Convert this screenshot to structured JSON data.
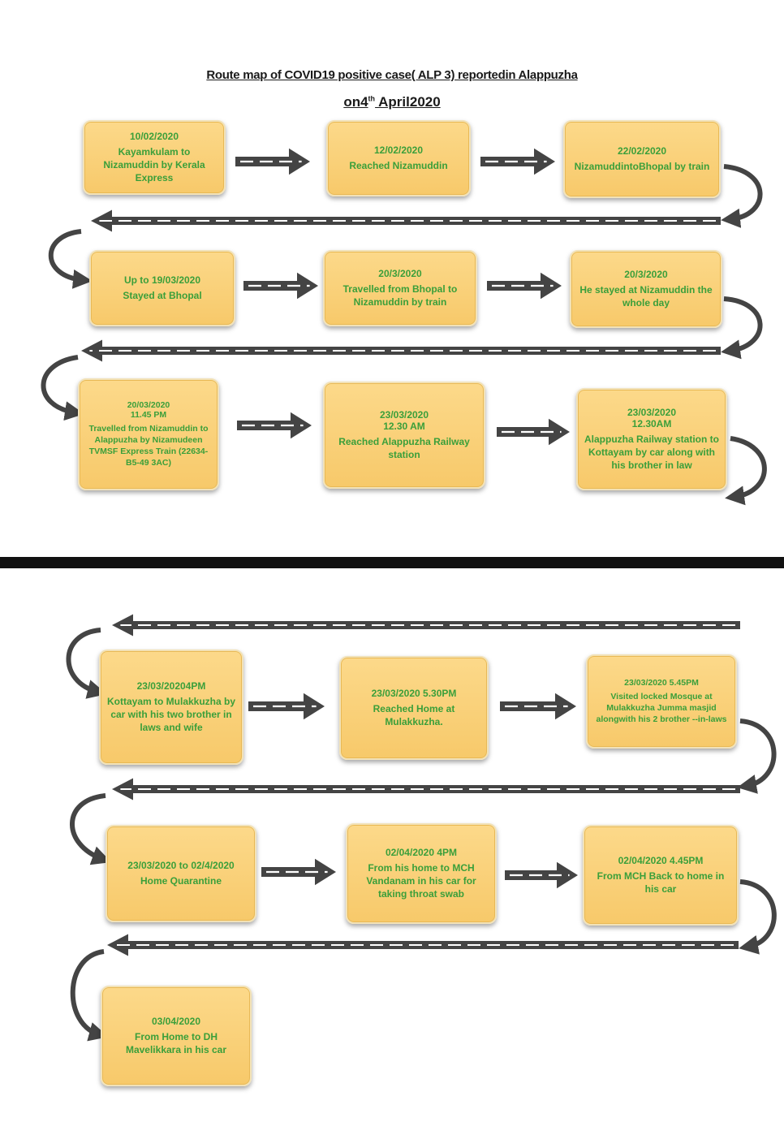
{
  "title": {
    "line1": "Route map of COVID19 positive case( ALP 3) reportedin Alappuzha",
    "line2_prefix": "on4",
    "line2_sup": "th",
    "line2_rest": " April2020"
  },
  "steps": [
    {
      "date": "10/02/2020",
      "text": "Kayamkulam to Nizamuddin by Kerala Express"
    },
    {
      "date": "12/02/2020",
      "text": "Reached Nizamuddin"
    },
    {
      "date": "22/02/2020",
      "text": "NizamuddintoBhopal by train"
    },
    {
      "date": "Up to 19/03/2020",
      "text": "Stayed at Bhopal"
    },
    {
      "date": "20/3/2020",
      "text": "Travelled from Bhopal to Nizamuddin by train"
    },
    {
      "date": "20/3/2020",
      "text": "He stayed at Nizamuddin the whole day"
    },
    {
      "date": "20/03/2020\n11.45 PM",
      "text": "Travelled from Nizamuddin to Alappuzha by Nizamudeen TVMSF Express Train (22634-B5-49 3AC)"
    },
    {
      "date": "23/03/2020\n12.30 AM",
      "text": "Reached Alappuzha Railway station"
    },
    {
      "date": "23/03/2020\n12.30AM",
      "text": "Alappuzha Railway station to Kottayam by car along with his brother in law"
    },
    {
      "date": "23/03/20204PM",
      "text": "Kottayam to Mulakkuzha by car with his two brother in laws and wife"
    },
    {
      "date": "23/03/2020 5.30PM",
      "text": "Reached Home at Mulakkuzha."
    },
    {
      "date": "23/03/2020 5.45PM",
      "text": "Visited locked Mosque at Mulakkuzha Jumma masjid alongwith his 2 brother --in-laws"
    },
    {
      "date": "23/03/2020 to 02/4/2020",
      "text": "Home Quarantine"
    },
    {
      "date": "02/04/2020 4PM",
      "text": "From his home to MCH Vandanam in his car for taking throat swab"
    },
    {
      "date": "02/04/2020 4.45PM",
      "text": "From MCH Back to home in his car"
    },
    {
      "date": "03/04/2020",
      "text": "From Home to DH Mavelikkara in his car"
    }
  ],
  "colors": {
    "box_fill": "#f7c96a",
    "box_text": "#3a9f3a",
    "road": "#444444",
    "road_dash": "#ffffff",
    "divider": "#111111"
  },
  "icons": [
    "road-arrow-right",
    "road-arrow-left",
    "curved-arrow-down"
  ]
}
